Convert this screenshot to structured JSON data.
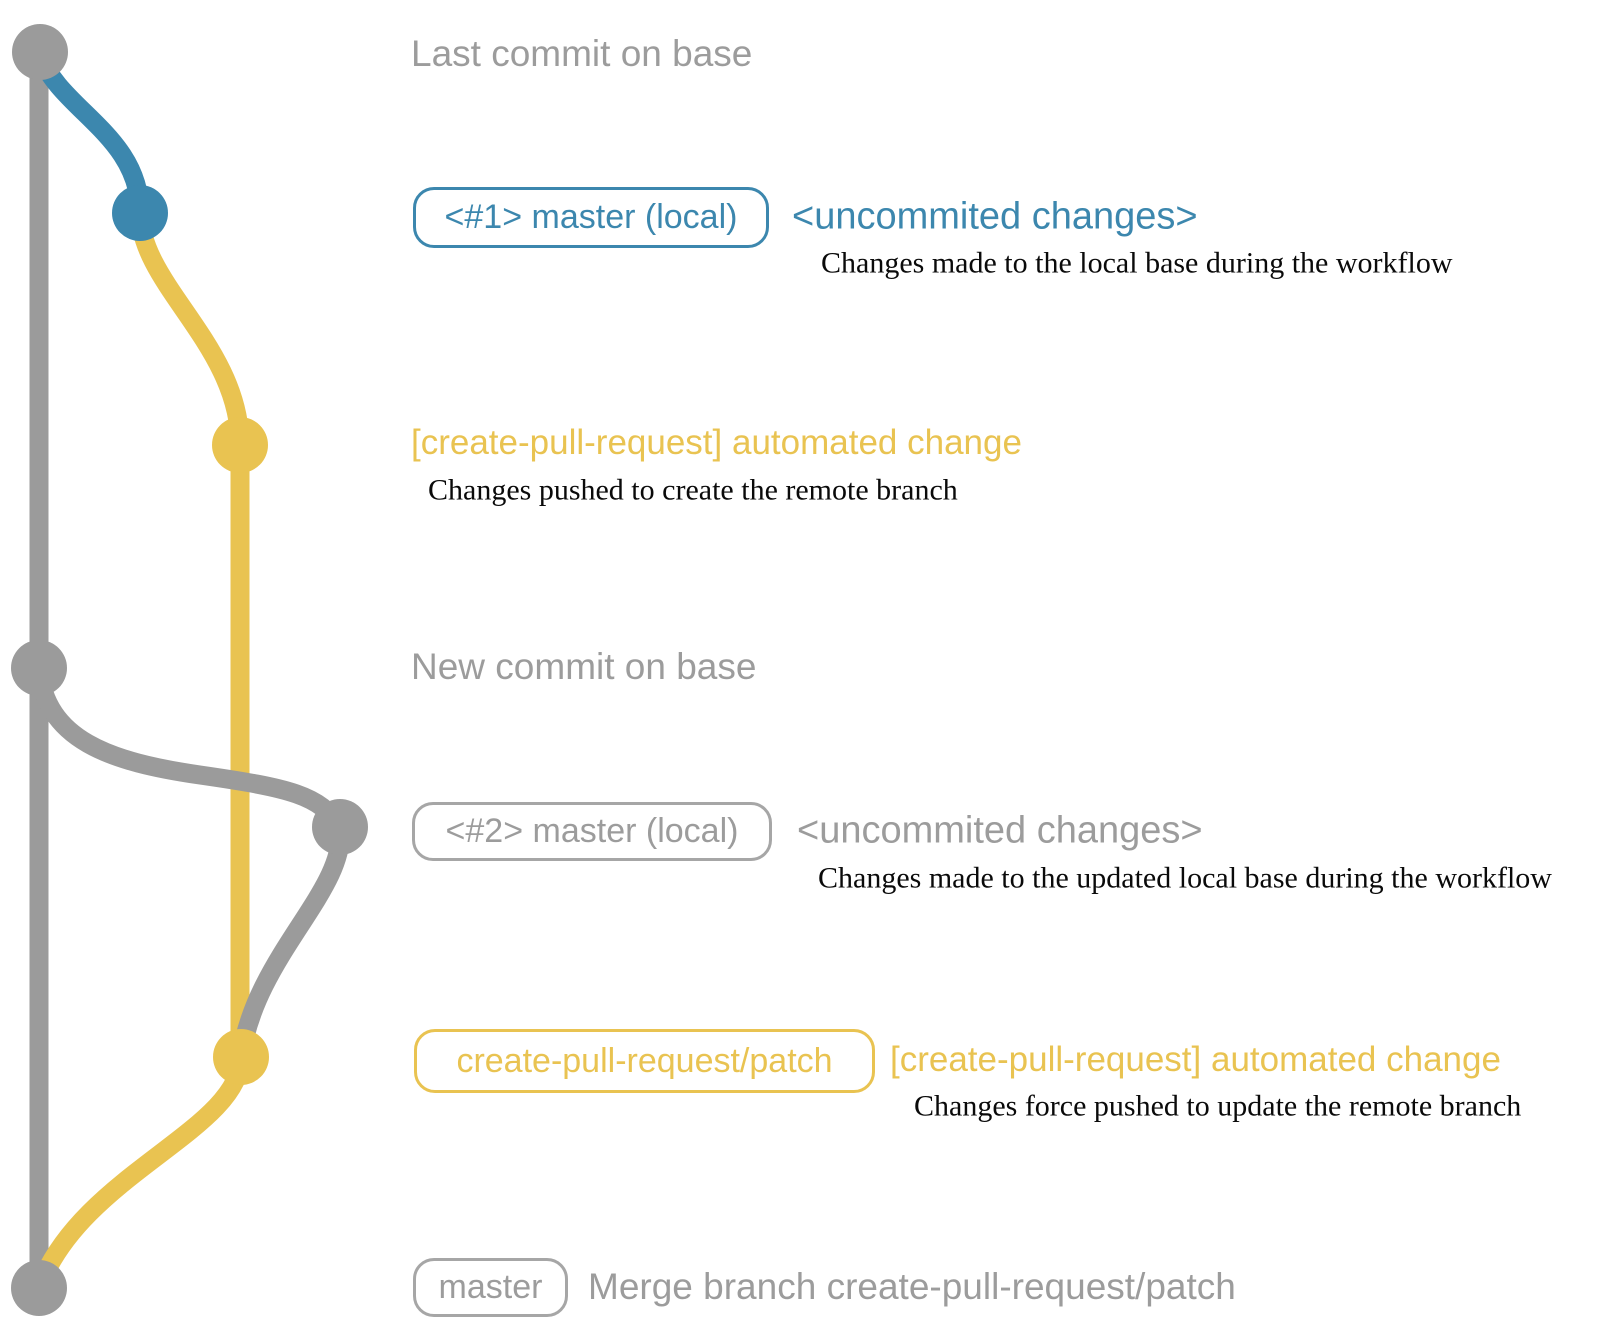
{
  "colors": {
    "base_gray": "#9B9B9B",
    "local_blue": "#3C87AE",
    "remote_yellow": "#E9C351",
    "description_black": "#0A0A0A",
    "background": "#FFFFFF"
  },
  "graph": {
    "commits": [
      {
        "name": "last-commit-on-base",
        "branch": "base",
        "color": "gray"
      },
      {
        "name": "local-uncommitted-change-1",
        "branch": "master-local",
        "color": "blue"
      },
      {
        "name": "automated-change-1",
        "branch": "create-pull-request-patch",
        "color": "yellow"
      },
      {
        "name": "new-commit-on-base",
        "branch": "base",
        "color": "gray"
      },
      {
        "name": "local-uncommitted-change-2",
        "branch": "master-local",
        "color": "gray"
      },
      {
        "name": "automated-change-2",
        "branch": "create-pull-request-patch",
        "color": "yellow"
      },
      {
        "name": "merge-commit",
        "branch": "base",
        "color": "gray"
      }
    ]
  },
  "rows": {
    "r1": {
      "heading": "Last commit on base"
    },
    "r2": {
      "badge": "<#1> master (local)",
      "annotation": "<uncommited changes>",
      "description": "Changes made to the local base during the workflow"
    },
    "r3": {
      "annotation": "[create-pull-request] automated change",
      "description": "Changes pushed to create the remote branch"
    },
    "r4": {
      "heading": "New commit on base"
    },
    "r5": {
      "badge": "<#2> master (local)",
      "annotation": "<uncommited changes>",
      "description": "Changes made to the updated local base during the workflow"
    },
    "r6": {
      "badge": "create-pull-request/patch",
      "annotation": "[create-pull-request] automated change",
      "description": "Changes force pushed to update the remote branch"
    },
    "r7": {
      "badge": "master",
      "description": "Merge branch create-pull-request/patch"
    }
  }
}
